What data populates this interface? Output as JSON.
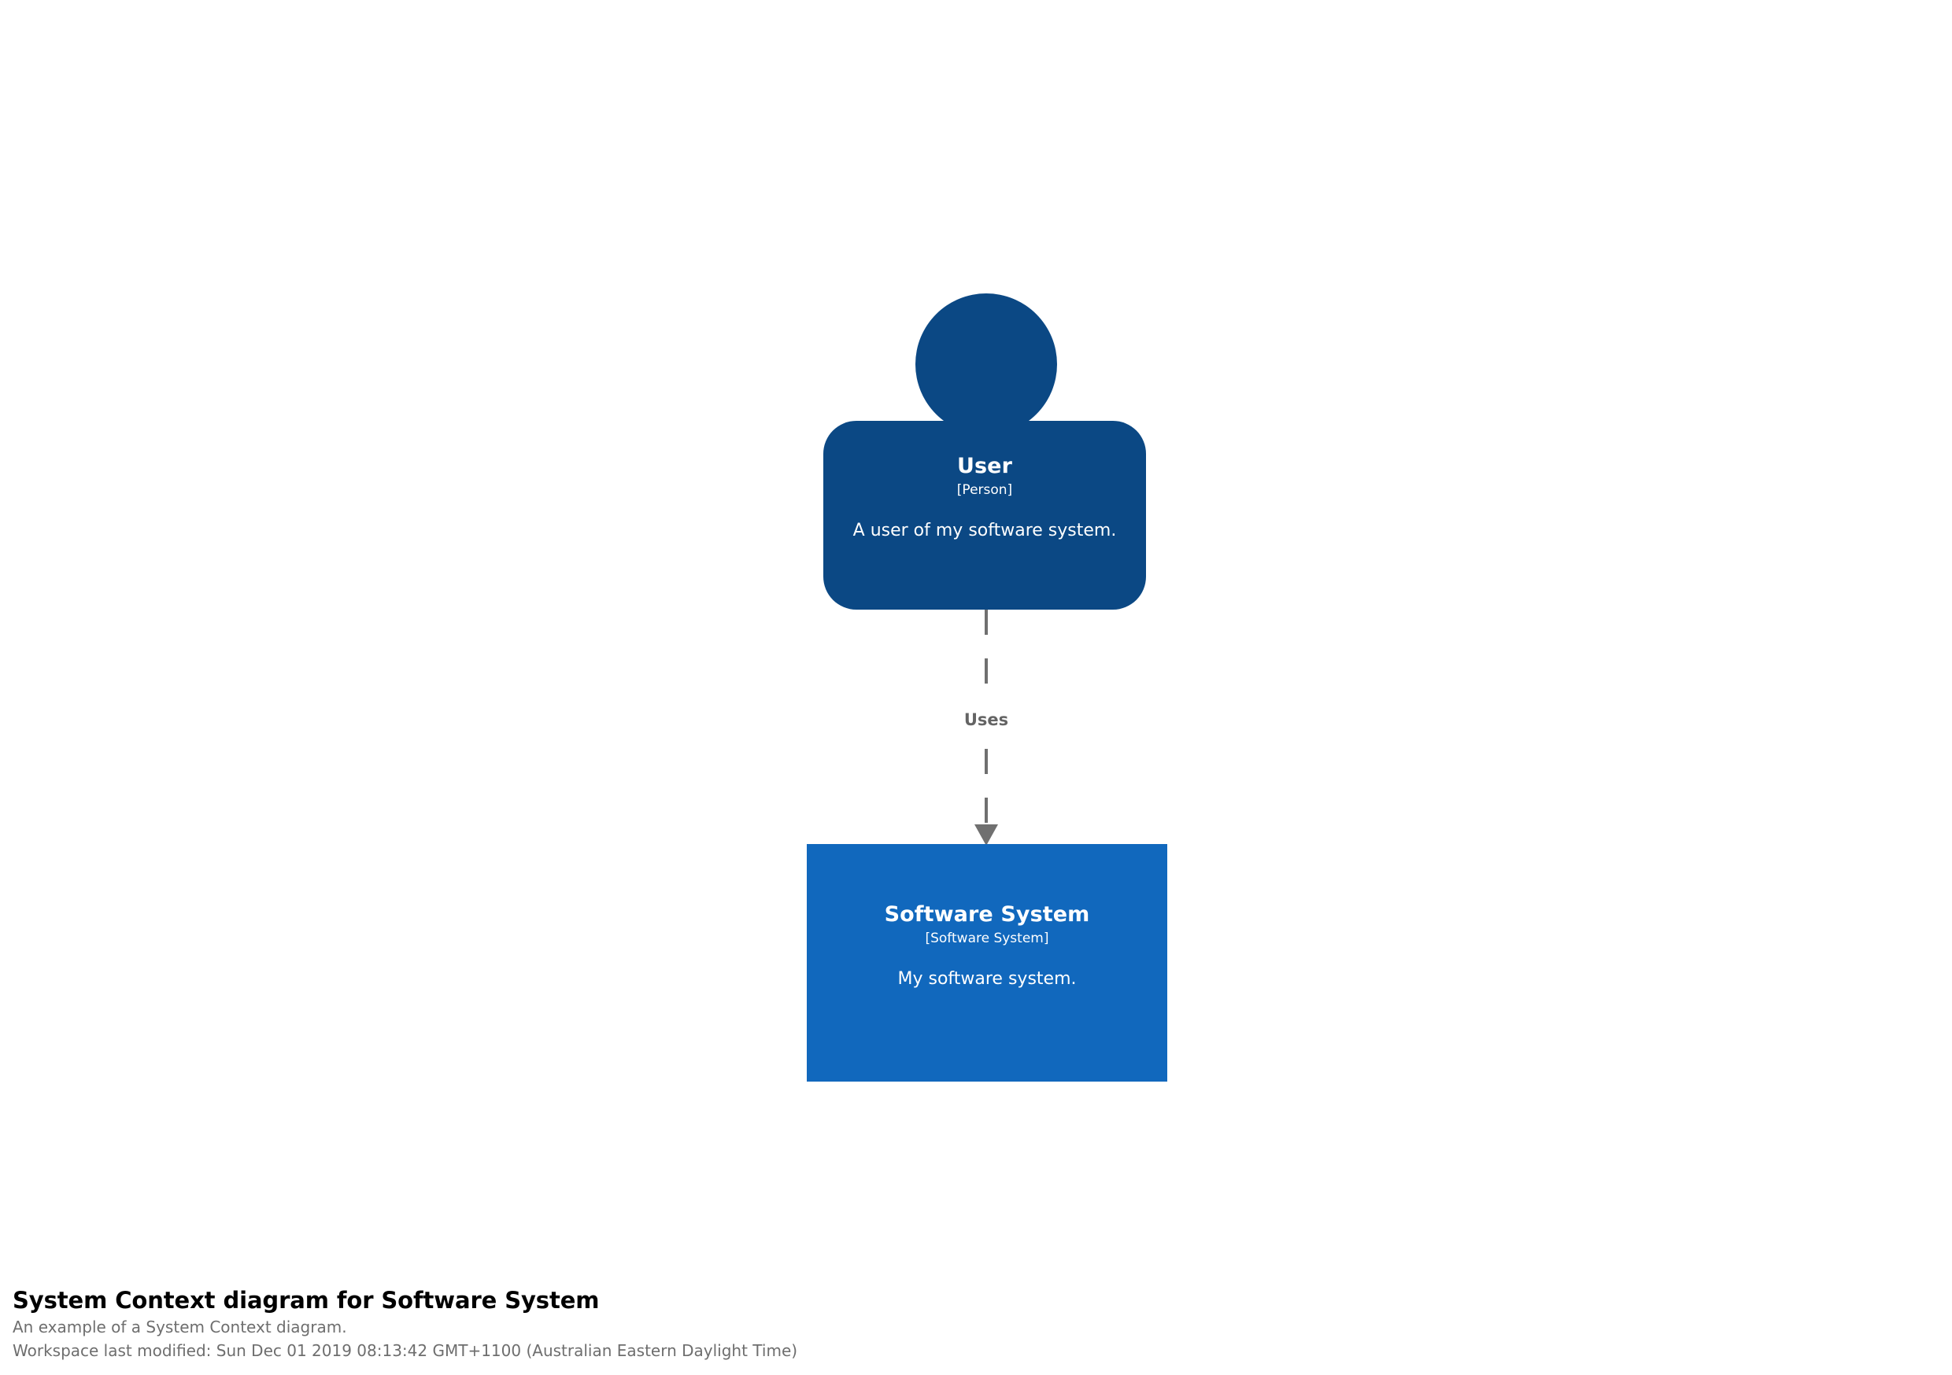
{
  "diagram": {
    "kind": "c4-system-context",
    "background_color": "#ffffff",
    "elements": [
      {
        "id": "user",
        "shape": "person",
        "name": "User",
        "type": "[Person]",
        "description": "A user of my software system.",
        "color": "#0b4884",
        "text_color": "#ffffff"
      },
      {
        "id": "software-system",
        "shape": "box",
        "name": "Software System",
        "type": "[Software System]",
        "description": "My software system.",
        "color": "#1168bd",
        "text_color": "#ffffff"
      }
    ],
    "relationships": [
      {
        "id": "uses",
        "source": "user",
        "destination": "software-system",
        "label": "Uses",
        "style": "dashed",
        "color": "#707070",
        "arrow": "down"
      }
    ]
  },
  "caption": {
    "title": "System Context diagram for Software System",
    "description": "An example of a System Context diagram.",
    "last_modified": "Workspace last modified: Sun Dec 01 2019 08:13:42 GMT+1100 (Australian Eastern Daylight Time)",
    "title_color": "#000000",
    "text_color": "#6e6e6e"
  }
}
